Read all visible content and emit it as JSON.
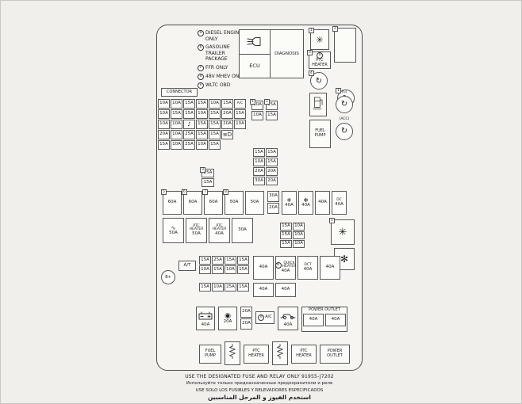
{
  "legend": {
    "items": [
      {
        "mark": "a",
        "text": "DIESEL ENGINE ONLY"
      },
      {
        "mark": "b",
        "text": "GASOLINE TRAILER PACKAGE"
      },
      {
        "mark": "c",
        "text": "FFR ONLY"
      },
      {
        "mark": "d",
        "text": "48V MHEV ONLY"
      },
      {
        "mark": "e",
        "text": "WLTC OBD"
      }
    ]
  },
  "ecu_box": {
    "ecu": "ECU",
    "diagnosis": "DIAGNOSIS"
  },
  "right_column": {
    "relay_a_num": "1",
    "relay_a_icon": "✳",
    "relay_b_num": "2",
    "ptc_num": "3",
    "ptc_mark": "a",
    "ptc_label": "PTC HEATER",
    "circle1_num": "4",
    "circle2_num": "1",
    "relay_glyph": "↻",
    "g_label": "(G)",
    "acc_label": "(ACC)",
    "fuel_pump_label": "FUEL PUMP"
  },
  "connector": {
    "title": "CONNECTOR",
    "row1": [
      {
        "v": "10A"
      },
      {
        "v": "10A"
      },
      {
        "v": "15A"
      },
      {
        "v": "15A"
      },
      {
        "v": "10A"
      },
      {
        "v": "15A"
      },
      {
        "label": "A/C"
      }
    ],
    "row2": [
      {
        "v": "10A"
      },
      {
        "v": "15A"
      },
      {
        "v": "15A"
      },
      {
        "v": "10A"
      },
      {
        "v": "15A"
      },
      {
        "v": "20A"
      },
      {
        "v": "15A"
      }
    ],
    "row3": [
      {
        "v": "10A"
      },
      {
        "v": "10A"
      },
      {
        "icon": "♪",
        "icon_name": "horn-icon"
      },
      {
        "v": "15A"
      },
      {
        "v": "15A"
      },
      {
        "v": "20A"
      },
      {
        "v": "10A"
      }
    ],
    "row4": [
      {
        "v": "20A"
      },
      {
        "v": "10A"
      },
      {
        "v": "25A"
      },
      {
        "v": "15A"
      },
      {
        "v": "15A"
      },
      {
        "icon": "≡D",
        "icon_name": "headlamp-icon"
      }
    ],
    "row5": [
      {
        "v": "15A"
      },
      {
        "v": "10A"
      },
      {
        "v": "25A"
      },
      {
        "v": "10A"
      },
      {
        "v": "15A"
      }
    ]
  },
  "pairs": {
    "col1": [
      {
        "num": "1",
        "v": "10A"
      },
      {
        "v": "10A"
      }
    ],
    "col2": [
      {
        "num": "2",
        "v": "15A"
      },
      {
        "v": "15A"
      }
    ]
  },
  "side_grid": {
    "r1": [
      {
        "v": "15A"
      },
      {
        "v": "15A"
      }
    ],
    "r2": [
      {
        "v": "10A"
      },
      {
        "v": "15A"
      }
    ],
    "r3": [
      {
        "v": "20A"
      },
      {
        "v": "20A"
      }
    ],
    "r4": [
      {
        "v": "30A"
      },
      {
        "v": "20A"
      }
    ]
  },
  "stack_a": [
    {
      "num": "3",
      "v": "25A"
    },
    {
      "v": "15A"
    }
  ],
  "main_row1": {
    "numbered": [
      {
        "num": "5",
        "v": "60A"
      },
      {
        "num": "6",
        "v": "60A"
      },
      {
        "num": "7",
        "v": "60A"
      },
      {
        "num": "8",
        "v": "50A"
      },
      {
        "v": "50A"
      }
    ],
    "stack": [
      {
        "v": "30A"
      },
      {
        "v": "20A"
      }
    ],
    "iconed": [
      {
        "icon": "❄",
        "icon_name": "snowflake-ac-icon",
        "v": "40A"
      },
      {
        "icon": "✻",
        "icon_name": "blower-fan-icon",
        "v": "40A"
      },
      {
        "v": "40A"
      },
      {
        "label": "DC",
        "v": "40A"
      }
    ]
  },
  "main_row2": {
    "cells": [
      {
        "icon": "∿",
        "icon_name": "glow-plug-icon",
        "v": "50A"
      },
      {
        "label": "PTC HEATER",
        "v": "50A"
      },
      {
        "label": "PTC HEATER",
        "v": "40A"
      },
      {
        "v": "30A"
      }
    ],
    "mini_r1": [
      {
        "v": "15A"
      },
      {
        "v": "10A"
      }
    ],
    "mini_r2": [
      {
        "v": "15A"
      },
      {
        "v": "10A"
      }
    ],
    "mini_r3": [
      {
        "v": "15A"
      },
      {
        "v": "10A"
      }
    ],
    "relay_num": "1",
    "relay_icon": "✳",
    "fan_icon": "✻"
  },
  "row3": {
    "stud_label": "B+",
    "at_label": "A/T",
    "grid_r1": [
      {
        "v": "15A"
      },
      {
        "v": "25A"
      },
      {
        "v": "15A"
      },
      {
        "v": "15A"
      }
    ],
    "grid_r2": [
      {
        "v": "10A"
      },
      {
        "v": "15A"
      },
      {
        "v": "10A"
      },
      {
        "v": "15A"
      }
    ],
    "big": [
      {
        "v": "40A"
      },
      {
        "mark": "b",
        "label": "QUICK HEATER",
        "v": "40A"
      },
      {
        "label": "DCT",
        "v": "40A"
      },
      {
        "v": "40A"
      }
    ]
  },
  "row4": {
    "small": [
      {
        "v": "15A"
      },
      {
        "v": "10A"
      },
      {
        "v": "25A"
      },
      {
        "v": "15A"
      }
    ],
    "big": [
      {
        "v": "40A"
      },
      {
        "v": "40A"
      }
    ]
  },
  "row5": {
    "battery_v": "40A",
    "lighter_icon": "◉",
    "lighter_v": "20A",
    "stack": [
      {
        "v": "20A"
      },
      {
        "v": "20A"
      }
    ],
    "ac_mark": "d",
    "ac_text": "A/C",
    "trailer_v": "40A",
    "power_outlet_label": "POWER OUTLET",
    "power_outlet_fuses": [
      {
        "v": "40A"
      },
      {
        "v": "40A"
      }
    ]
  },
  "bottom_row": {
    "fuel_pump": "FUEL PUMP",
    "ptc1": "PTC HEATER",
    "ptc2": "PTC HEATER",
    "power_outlet": "POWER OUTLET"
  },
  "footer": {
    "line_en": "USE THE DESIGNATED FUSE AND RELAY ONLY",
    "part_number": "91955-J7202",
    "line_ru": "Используйте только предназначенные предохранители и реле",
    "line_es": "USE SOLO LOS FUSIBLES Y RELEVADORES ESPECIFICADOS",
    "line_ar": "استخدم الفيوز و المرحل المناسبين"
  }
}
